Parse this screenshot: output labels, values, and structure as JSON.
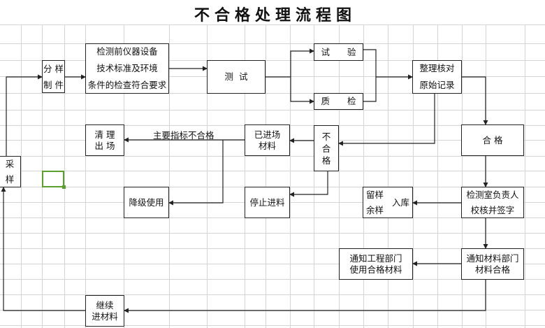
{
  "title": "不合格处理流程图",
  "selection_color": "#5aa02c",
  "nodes": {
    "sampling": [
      "采",
      "样"
    ],
    "split_sample": [
      "分 样",
      "制 件"
    ],
    "precheck": [
      "检测前仪器设备",
      "技术标准及环境",
      "条件的检查符合要求"
    ],
    "testing": "测  试",
    "trial": "试　　验",
    "quality_check": "质　　检",
    "organize_records": [
      "整理核对",
      "原始记录"
    ],
    "qualified": "合 格",
    "unqualified": [
      "不",
      "合",
      "格"
    ],
    "entered_material": [
      "已进场",
      "材料"
    ],
    "clear_out": [
      "清 理",
      "出 场"
    ],
    "downgrade_use": "降级使用",
    "stop_incoming": "停止进料",
    "retained_sample": [
      "留样",
      "余样"
    ],
    "storage": "入库",
    "lab_supervisor": [
      "检测室负责人",
      "校核并签字"
    ],
    "notify_material_dept": [
      "通知材料部门",
      "材料合格"
    ],
    "notify_engineering_dept": [
      "通知工程部门",
      "使用合格材料"
    ],
    "continue_incoming": [
      "继续",
      "进材料"
    ]
  },
  "edge_labels": {
    "main_indicator_fail": "主要指标不合格"
  }
}
